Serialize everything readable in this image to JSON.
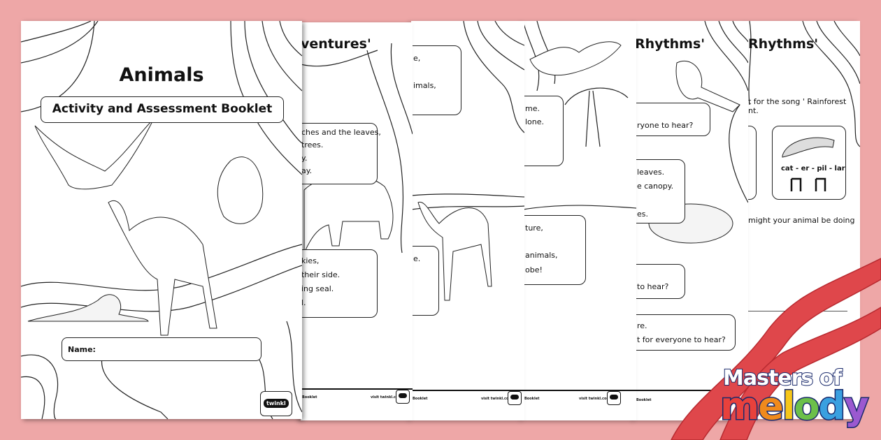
{
  "cover": {
    "title": "Animals",
    "subtitle": "Activity and Assessment Booklet",
    "name_label": "Name:",
    "brand": "twinkl"
  },
  "page2": {
    "title": "ventures'",
    "box1": [
      "ches and the leaves,",
      "trees.",
      "y.",
      "ay."
    ],
    "box2": [
      "kies,",
      "their side.",
      "ing seal.",
      "l."
    ],
    "footer_left": "Booklet",
    "footer_right": "visit twinkl.com"
  },
  "page3": {
    "box1": [
      "e,",
      "imals,"
    ],
    "box2": [
      "e."
    ],
    "footer_left": "Booklet",
    "footer_right": "visit twinkl.com"
  },
  "page4": {
    "box1": [
      "me.",
      "lone."
    ],
    "box2": [
      "ture,",
      "animals,",
      "obe!"
    ],
    "footer_left": "Booklet",
    "footer_right": "visit twinkl.com"
  },
  "page5": {
    "title": "Rhythms'",
    "box1": [
      "ryone to hear?"
    ],
    "box2": [
      "leaves.",
      "e canopy.",
      "es."
    ],
    "box3": [
      "to hear?"
    ],
    "box4": [
      "re.",
      "t for everyone to hear?"
    ],
    "footer_left": "Booklet"
  },
  "page6": {
    "title": "Rhythms'",
    "intro": [
      "t for the song ' Rainforest",
      "nt."
    ],
    "syllables": "cat - er - pil - lar",
    "question": "might your animal be doing"
  },
  "logo": {
    "line1": "Masters of",
    "line2": [
      "m",
      "e",
      "l",
      "o",
      "d",
      "y"
    ],
    "letter_colors": [
      "#e8413c",
      "#f08a1c",
      "#f6c619",
      "#6cc04a",
      "#3aa0e0",
      "#9b59d0"
    ]
  },
  "colors": {
    "background": "#eea7a7",
    "ribbon": "#e0464a"
  }
}
